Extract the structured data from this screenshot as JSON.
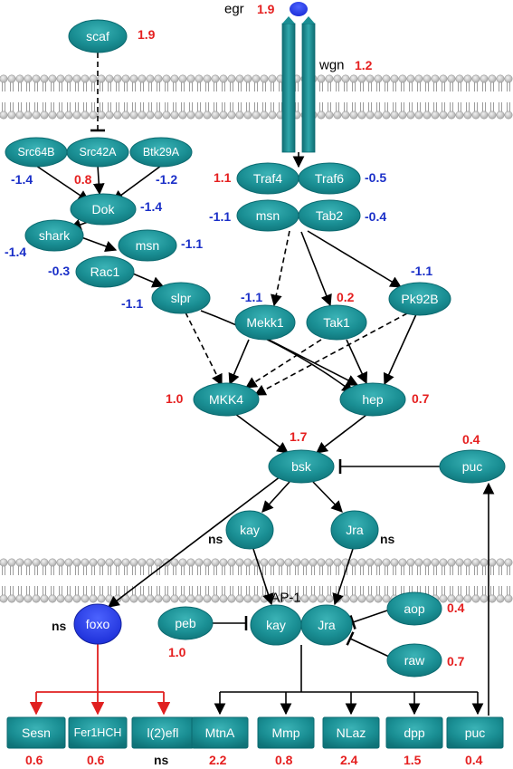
{
  "colors": {
    "node": "#1a8f94",
    "node_dark": "#0b6a70",
    "foxo": "#1f34e0",
    "up": "#e52020",
    "down": "#1a2fc8",
    "ns": "#111111",
    "membrane": "#b9b9b9"
  },
  "labels": {
    "egr": "egr",
    "wgn": "wgn",
    "ap1": "AP-1"
  },
  "nodes": {
    "scaf": "scaf",
    "src64b": "Src64B",
    "src42a": "Src42A",
    "btk29a": "Btk29A",
    "dok": "Dok",
    "shark": "shark",
    "msn_left": "msn",
    "rac1": "Rac1",
    "slpr": "slpr",
    "traf4": "Traf4",
    "traf6": "Traf6",
    "msn_right": "msn",
    "tab2": "Tab2",
    "mekk1": "Mekk1",
    "tak1": "Tak1",
    "pk92b": "Pk92B",
    "mkk4": "MKK4",
    "hep": "hep",
    "bsk": "bsk",
    "puc_top": "puc",
    "kay_top": "kay",
    "jra_top": "Jra",
    "foxo": "foxo",
    "peb": "peb",
    "kay_ap1": "kay",
    "jra_ap1": "Jra",
    "aop": "aop",
    "raw": "raw",
    "sesn": "Sesn",
    "fer1hch": "Fer1HCH",
    "l2efl": "l(2)efl",
    "mtna": "MtnA",
    "mmp": "Mmp",
    "nlaz": "NLaz",
    "dpp": "dpp",
    "puc_bottom": "puc"
  },
  "values": {
    "scaf": "1.9",
    "egr": "1.9",
    "wgn": "1.2",
    "src64b": "-1.4",
    "src42a": "0.8",
    "btk29a": "-1.2",
    "dok": "-1.4",
    "shark": "-1.4",
    "msn_left": "-1.1",
    "rac1": "-0.3",
    "slpr": "-1.1",
    "traf4": "1.1",
    "traf6": "-0.5",
    "msn_right": "-1.1",
    "tab2": "-0.4",
    "mekk1": "-1.1",
    "tak1": "0.2",
    "pk92b": "-1.1",
    "mkk4": "1.0",
    "hep": "0.7",
    "bsk": "1.7",
    "puc_top": "0.4",
    "kay_top": "ns",
    "jra_top": "ns",
    "foxo": "ns",
    "peb": "1.0",
    "aop": "0.4",
    "raw": "0.7",
    "sesn": "0.6",
    "fer1hch": "0.6",
    "l2efl": "ns",
    "mtna": "2.2",
    "mmp": "0.8",
    "nlaz": "2.4",
    "dpp": "1.5",
    "puc_bottom": "0.4"
  }
}
